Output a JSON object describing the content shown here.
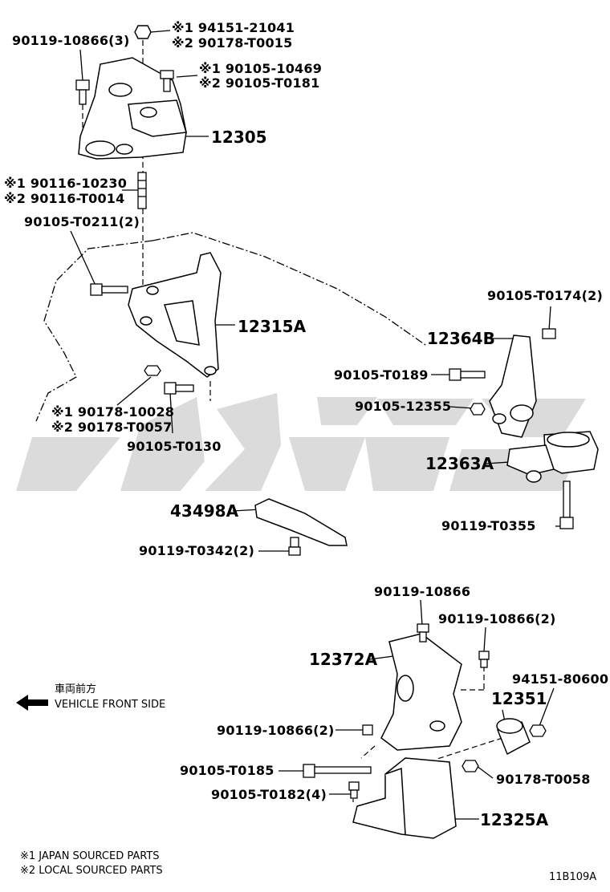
{
  "labels": {
    "l1": "90119-10866(3)",
    "l2": "※1 94151-21041",
    "l3": "※2 90178-T0015",
    "l4": "※1 90105-10469",
    "l5": "※2 90105-T0181",
    "l6": "12305",
    "l7": "※1 90116-10230",
    "l8": "※2 90116-T0014",
    "l9": "90105-T0211(2)",
    "l10": "12315A",
    "l11": "90105-T0174(2)",
    "l12": "12364B",
    "l13": "90105-T0189",
    "l14": "90105-12355",
    "l15": "※1 90178-10028",
    "l16": "※2 90178-T0057",
    "l17": "90105-T0130",
    "l18": "12363A",
    "l19": "43498A",
    "l20": "90119-T0355",
    "l21": "90119-T0342(2)",
    "l22": "90119-10866",
    "l23": "90119-10866(2)",
    "l24": "12372A",
    "l25": "94151-80600",
    "l26": "12351",
    "l27": "90119-10866(2)",
    "l28": "90105-T0185",
    "l29": "90178-T0058",
    "l30": "90105-T0182(4)",
    "l31": "12325A"
  },
  "direction": {
    "jp": "車両前方",
    "en": "VEHICLE FRONT SIDE"
  },
  "notes": {
    "n1": "※1 JAPAN SOURCED PARTS",
    "n2": "※2 LOCAL SOURCED PARTS"
  },
  "figure_id": "11B109A"
}
